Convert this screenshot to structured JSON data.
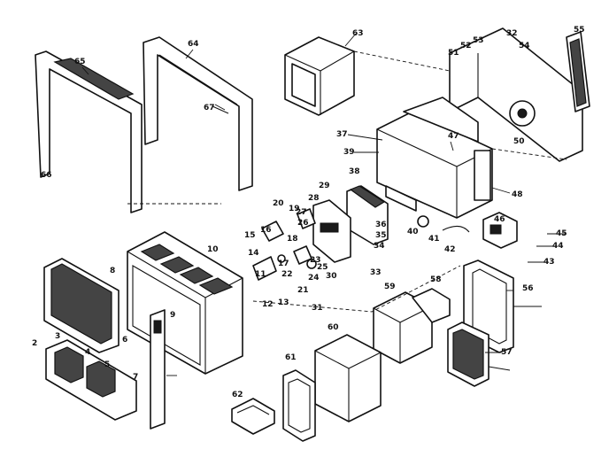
{
  "callouts": [
    "65",
    "66",
    "64",
    "67",
    "63",
    "32",
    "52",
    "53",
    "54",
    "55",
    "51",
    "50",
    "37",
    "39",
    "47",
    "48",
    "38",
    "29",
    "27",
    "26",
    "18",
    "25",
    "28",
    "30",
    "33",
    "34",
    "35",
    "36",
    "20",
    "19",
    "16",
    "15",
    "14",
    "17",
    "11",
    "12",
    "13",
    "10",
    "21",
    "22",
    "24",
    "23",
    "31",
    "40",
    "41",
    "42",
    "44",
    "45",
    "43",
    "46",
    "56",
    "58",
    "59",
    "60",
    "61",
    "57",
    "62",
    "8",
    "6",
    "9",
    "5",
    "4",
    "3",
    "2",
    "7"
  ]
}
